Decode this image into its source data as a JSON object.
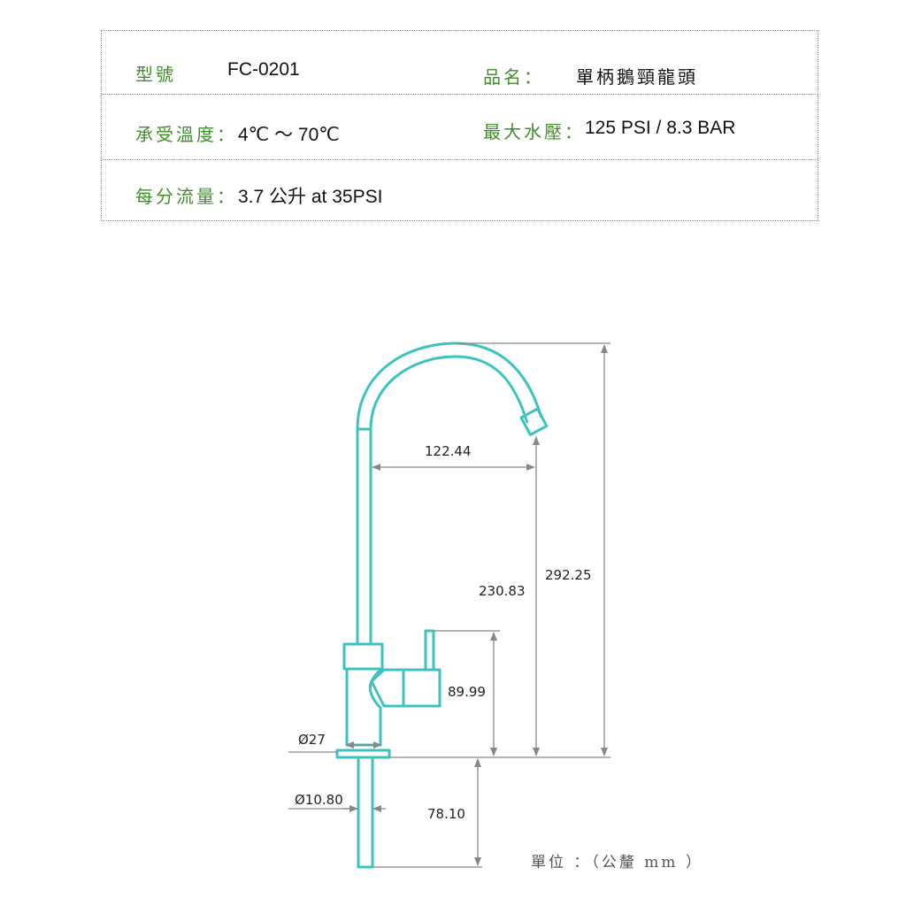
{
  "specs": {
    "model_label": "型號",
    "model_value": "FC-0201",
    "name_label": "品名：",
    "name_value": "單柄鵝頸龍頭",
    "temp_label": "承受溫度：",
    "temp_value": "4℃ ～ 70℃",
    "pressure_label": "最大水壓：",
    "pressure_value": "125 PSI / 8.3 BAR",
    "flow_label": "每分流量：",
    "flow_value": "3.7 公升  at 35PSI"
  },
  "dimensions": {
    "spout_reach": "122.44",
    "spout_height": "230.83",
    "total_height": "292.25",
    "handle_height": "89.99",
    "base_diameter": "Ø27",
    "shank_diameter": "Ø10.80",
    "shank_length": "78.10"
  },
  "unit_note": "單位 ：（公釐  mm ）",
  "colors": {
    "outline": "#3cc3c0",
    "dimension": "#888888",
    "label_green": "#3f8f2a"
  }
}
